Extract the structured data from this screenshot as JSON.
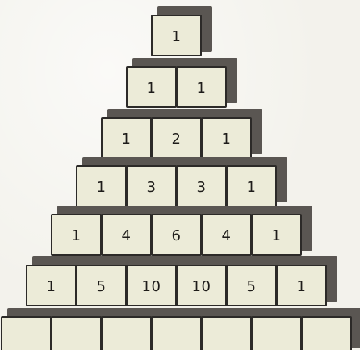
{
  "diagram": {
    "rows": [
      [
        "1"
      ],
      [
        "1",
        "1"
      ],
      [
        "1",
        "2",
        "1"
      ],
      [
        "1",
        "3",
        "3",
        "1"
      ],
      [
        "1",
        "4",
        "6",
        "4",
        "1"
      ],
      [
        "1",
        "5",
        "10",
        "10",
        "5",
        "1"
      ],
      [
        "",
        "",
        "",
        "",
        "",
        "",
        ""
      ]
    ]
  },
  "colors": {
    "background": "#f3f2ec",
    "block_fill": "#ecebd8",
    "block_outline": "#2c2a28",
    "block_shadow": "#5a5652",
    "text": "#1e1c1a"
  }
}
